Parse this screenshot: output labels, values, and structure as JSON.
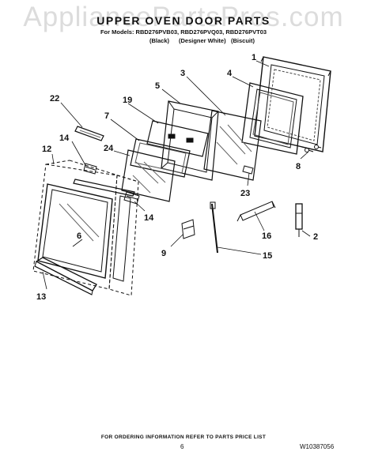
{
  "watermark": "AppliancePartsPros.com",
  "header": {
    "title": "UPPER OVEN DOOR PARTS",
    "models": "For Models: RBD276PVB03, RBD276PVQ03, RBD276PVT03",
    "finishes": [
      "(Black)",
      "(Designer White)",
      "(Biscuit)"
    ]
  },
  "callouts": [
    "1",
    "2",
    "3",
    "4",
    "5",
    "6",
    "7",
    "8",
    "9",
    "12",
    "13",
    "14",
    "14",
    "15",
    "16",
    "19",
    "22",
    "23",
    "24"
  ],
  "footer": {
    "note": "FOR ORDERING INFORMATION REFER TO PARTS PRICE LIST",
    "page": "6",
    "doc_number": "W10387056"
  }
}
